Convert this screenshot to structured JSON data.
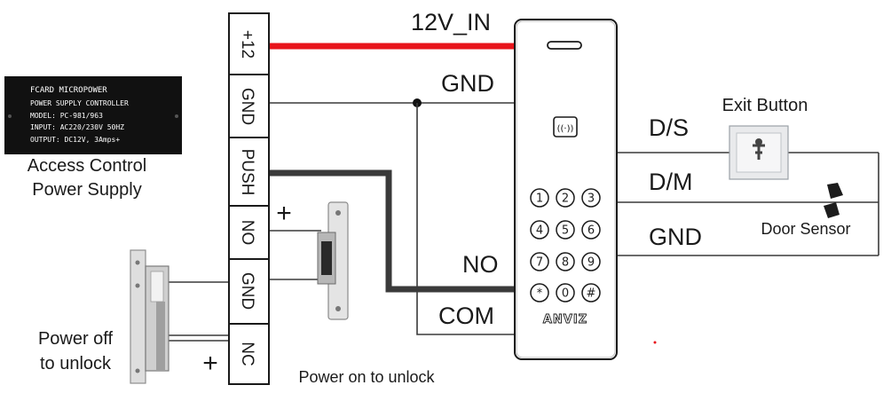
{
  "power_supply": {
    "plate_lines": [
      "FCARD MICROPOWER",
      "POWER  SUPPLY CONTROLLER",
      "MODEL: PC-981/963",
      "INPUT: AC220/230V  50HZ",
      "OUTPUT: DC12V, 3Amps+"
    ],
    "caption_line1": "Access Control",
    "caption_line2": "Power Supply"
  },
  "terminal_block": {
    "terminals": [
      "+12",
      "GND",
      "PUSH",
      "NO",
      "GND",
      "NC"
    ]
  },
  "wires": {
    "power_in": "12V_IN",
    "ground": "GND",
    "relay_no": "NO",
    "relay_com": "COM",
    "door_status": "D/S",
    "door_monitor": "D/M",
    "door_ground": "GND",
    "power_wire_color": "#e8141b",
    "signal_wire_color": "#3a3a3a"
  },
  "reader": {
    "brand": "ANVIZ",
    "card_icon_text": "((·))",
    "keys": [
      "1",
      "2",
      "3",
      "4",
      "5",
      "6",
      "7",
      "8",
      "9",
      "*",
      "0",
      "#"
    ]
  },
  "labels": {
    "exit_button": "Exit Button",
    "door_sensor": "Door Sensor",
    "power_off_line1": "Power off",
    "power_off_line2": "to unlock",
    "power_on": "Power on to unlock",
    "plus_sign": "+"
  }
}
